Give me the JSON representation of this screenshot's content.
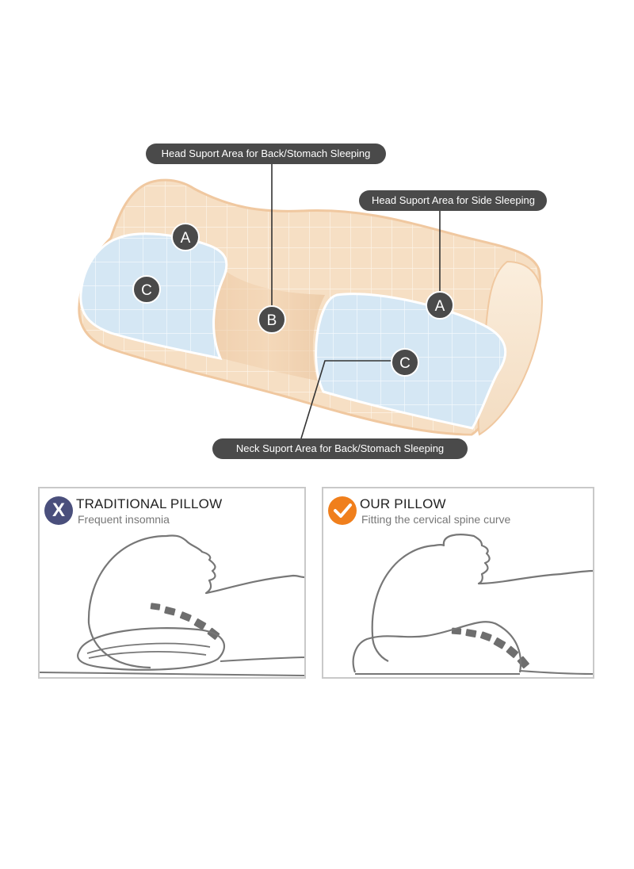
{
  "callouts": {
    "head_back": "Head Suport Area for Back/Stomach Sleeping",
    "head_side": "Head Suport Area for Side Sleeping",
    "neck_back": "Neck Suport Area for Back/Stomach Sleeping"
  },
  "zone_markers": {
    "a_left": "A",
    "a_right": "A",
    "b_center": "B",
    "c_left": "C",
    "c_right": "C"
  },
  "comparison": {
    "traditional": {
      "title": "TRADITIONAL PILLOW",
      "subtitle": "Frequent insomnia",
      "badge_symbol": "X",
      "badge_color": "#4a4f7c"
    },
    "ours": {
      "title": "OUR PILLOW",
      "subtitle": "Fitting the cervical spine curve",
      "badge_color": "#f07f1c"
    }
  },
  "colors": {
    "pillow_cream": "#f5dcc0",
    "pillow_blue": "#d6e8f5",
    "marker_dark": "#4a4a4a",
    "callout_bg": "#4a4a4a"
  }
}
